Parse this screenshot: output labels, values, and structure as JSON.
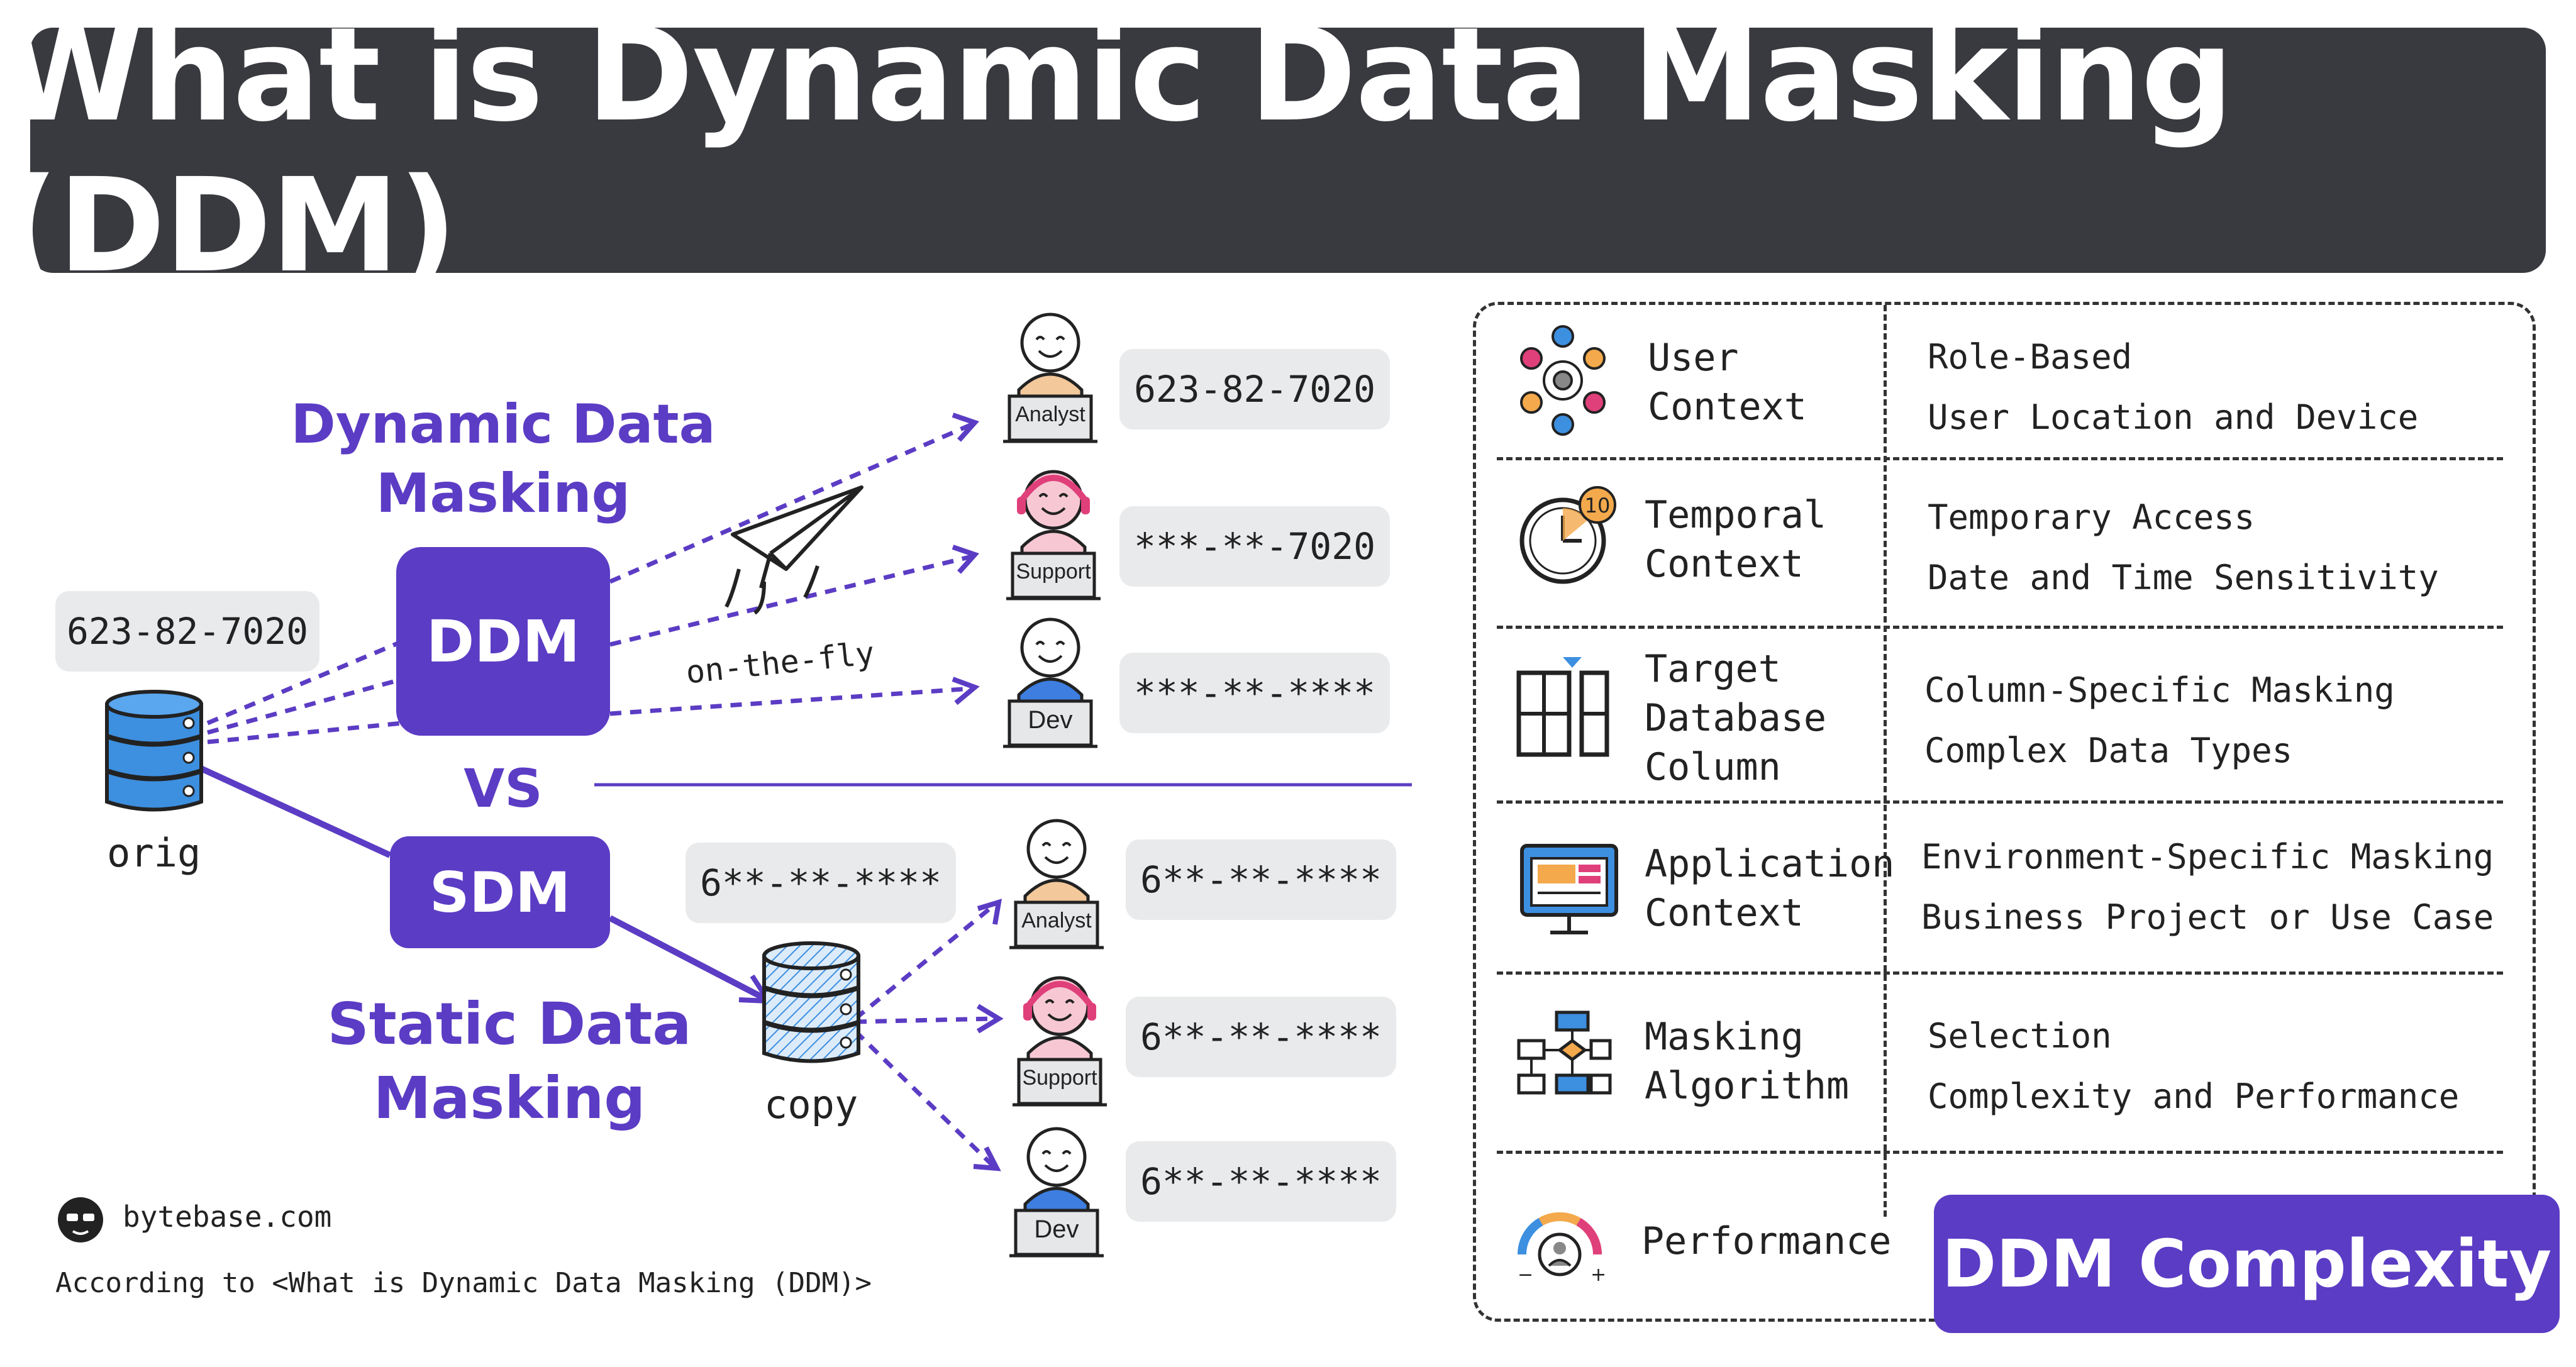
{
  "title": "What is Dynamic Data Masking (DDM)",
  "left": {
    "ddm_heading": [
      "Dynamic Data",
      "Masking"
    ],
    "ddm_box": "DDM",
    "vs": "VS",
    "sdm_box": "SDM",
    "sdm_heading": [
      "Static Data",
      "Masking"
    ],
    "orig_value": "623-82-7020",
    "orig_label": "orig",
    "copy_value": "6**-**-****",
    "copy_label": "copy",
    "on_the_fly": "on-the-fly",
    "dynamic_users": [
      {
        "role": "Analyst",
        "value": "623-82-7020"
      },
      {
        "role": "Support",
        "value": "***-**-7020"
      },
      {
        "role": "Dev",
        "value": "***-**-****"
      }
    ],
    "static_users": [
      {
        "role": "Analyst",
        "value": "6**-**-****"
      },
      {
        "role": "Support",
        "value": "6**-**-****"
      },
      {
        "role": "Dev",
        "value": "6**-**-****"
      }
    ]
  },
  "complexity": {
    "rows": [
      {
        "icon": "user-context-icon",
        "name": [
          "User",
          "Context"
        ],
        "details": [
          "Role-Based",
          "User Location and Device"
        ]
      },
      {
        "icon": "clock-icon",
        "name": [
          "Temporal",
          "Context"
        ],
        "details": [
          "Temporary Access",
          "Date and Time Sensitivity"
        ],
        "badge": "10"
      },
      {
        "icon": "database-column-icon",
        "name": [
          "Target",
          "Database",
          "Column"
        ],
        "details": [
          "Column-Specific Masking",
          "Complex Data Types"
        ]
      },
      {
        "icon": "application-icon",
        "name": [
          "Application",
          "Context"
        ],
        "details": [
          "Environment-Specific Masking",
          "Business Project or Use Case"
        ]
      },
      {
        "icon": "flowchart-icon",
        "name": [
          "Masking",
          "Algorithm"
        ],
        "details": [
          "Selection",
          "Complexity and Performance"
        ]
      },
      {
        "icon": "gauge-icon",
        "name": [
          "Performance"
        ],
        "details": []
      }
    ],
    "badge": "DDM Complexity"
  },
  "footer": {
    "brand": "bytebase.com",
    "source": "According to <What is Dynamic Data Masking (DDM)>"
  },
  "colors": {
    "accent": "#5b3cc4",
    "banner": "#383a3f",
    "chip": "#e9eaec",
    "db_blue": "#3d8fe0"
  }
}
